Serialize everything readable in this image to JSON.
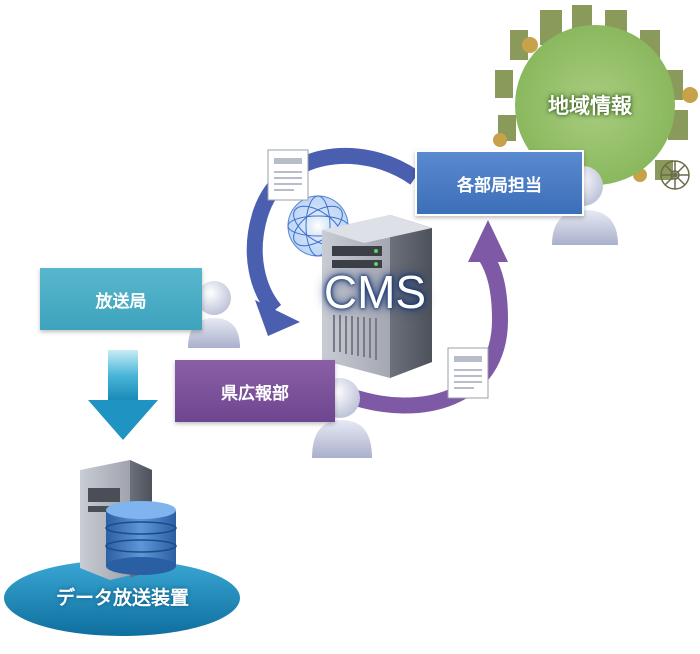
{
  "nodes": {
    "cms": "CMS",
    "housoukyoku": "放送局",
    "kenkouhoubu": "県広報部",
    "kakubukyoku": "各部局担当",
    "chiiki": "地域情報",
    "data_device": "データ放送装置"
  },
  "colors": {
    "housoukyoku": "#4aabc4",
    "kenkouhoubu": "#7a519a",
    "kakubukyoku": "#4a7dc6",
    "chiiki": "#9bc46e",
    "device": "#1a88b8",
    "arrow_blue": "#4b5fb0",
    "arrow_purple": "#7e5aa6",
    "down_arrow": "#2a9ec8"
  },
  "icons": [
    "document-icon",
    "globe-icon",
    "server-icon",
    "database-icon",
    "person-icon",
    "town-icon"
  ]
}
